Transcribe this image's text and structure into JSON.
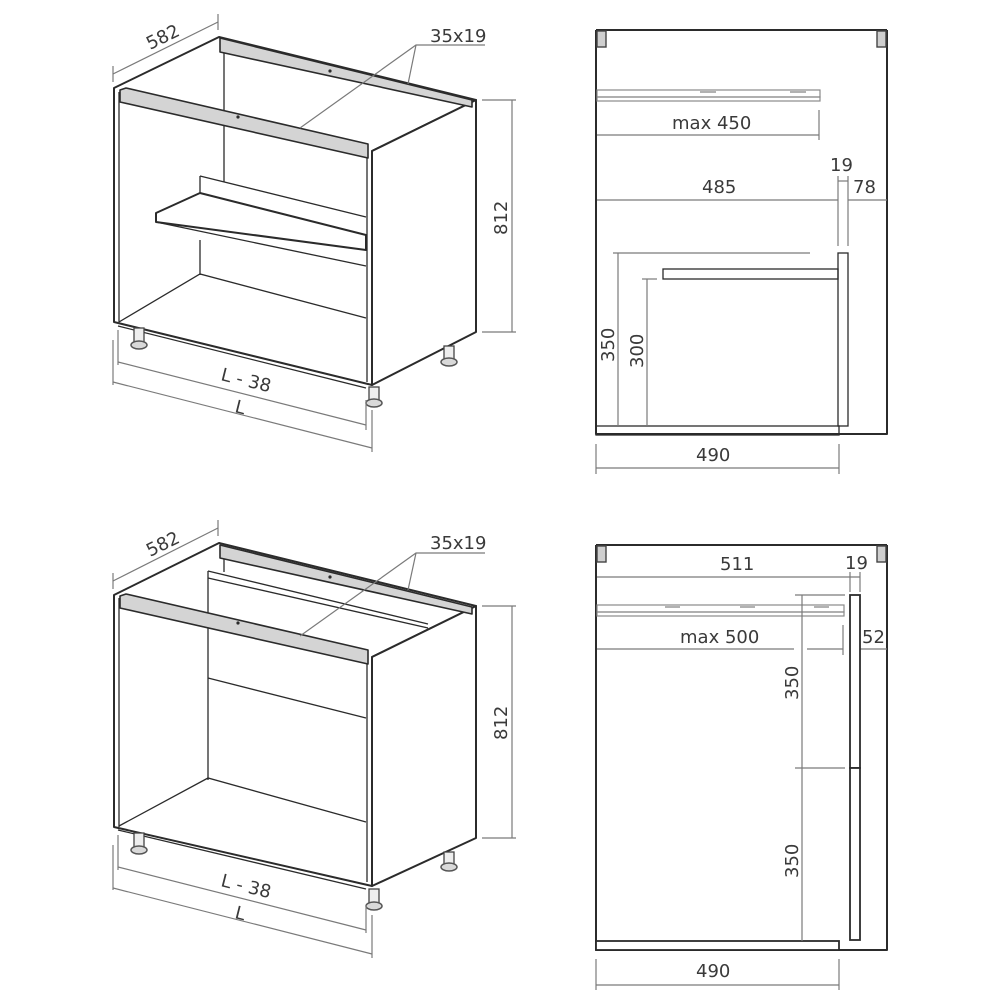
{
  "diagrams": [
    {
      "id": "cabinet-with-shelf",
      "isometric": {
        "depth": "582",
        "rail_section": "35x19",
        "height": "812",
        "inner_width": "L - 38",
        "outer_width": "L"
      },
      "section": {
        "rail_max": "max 450",
        "inner_depth": "485",
        "front_thickness": "19",
        "front_offset": "78",
        "outer_height": "350",
        "inner_height": "300",
        "base_depth": "490"
      }
    },
    {
      "id": "cabinet-with-two-drawers",
      "isometric": {
        "depth": "582",
        "rail_section": "35x19",
        "height": "812",
        "inner_width": "L - 38",
        "outer_width": "L"
      },
      "section": {
        "top_depth": "511",
        "front_thickness": "19",
        "rail_max": "max 500",
        "front_offset": "52",
        "upper_front_height": "350",
        "lower_front_height": "350",
        "base_depth": "490"
      }
    }
  ],
  "colors": {
    "line": "#2b2b2b",
    "dimension": "#7a7a7a",
    "rail_fill": "#d4d4d4",
    "background": "#ffffff"
  }
}
